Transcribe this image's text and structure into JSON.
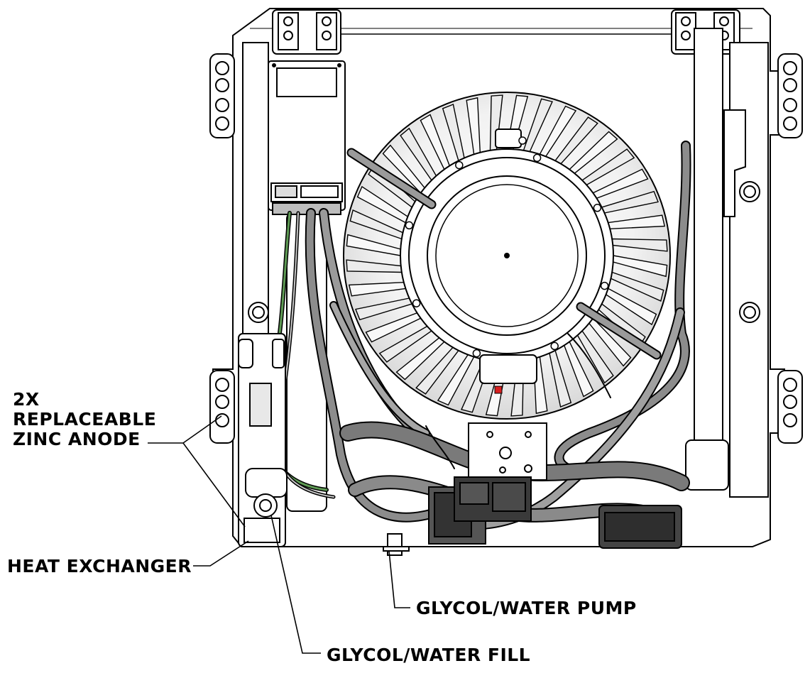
{
  "callouts": {
    "anode": {
      "line1": "2X",
      "line2": "REPLACEABLE",
      "line3": "ZINC ANODE"
    },
    "heat_exchanger": "HEAT EXCHANGER",
    "pump": "GLYCOL/WATER PUMP",
    "fill": "GLYCOL/WATER FILL"
  },
  "colors": {
    "line": "#000000",
    "shade": "#bdbdbd",
    "hose": "#8c8c8c",
    "ground_wire": "#5e9a54",
    "indicator": "#d81f1f"
  }
}
